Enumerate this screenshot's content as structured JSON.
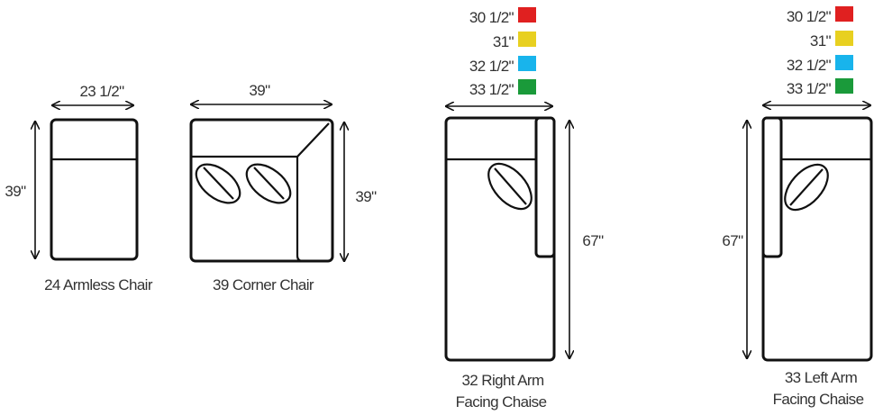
{
  "armless_chair": {
    "width": "23 1/2\"",
    "depth": "39\"",
    "label": "24  Armless Chair"
  },
  "corner_chair": {
    "width": "39\"",
    "depth": "39\"",
    "label": "39 Corner Chair"
  },
  "right_chaise": {
    "depth": "67\"",
    "label_line1": "32 Right  Arm",
    "label_line2": "Facing Chaise",
    "widths": [
      {
        "text": "30 1/2\"",
        "color": "#e02020"
      },
      {
        "text": "31\"",
        "color": "#e8d020"
      },
      {
        "text": "32 1/2\"",
        "color": "#18b4ec"
      },
      {
        "text": "33 1/2\"",
        "color": "#1a9a3a"
      }
    ]
  },
  "left_chaise": {
    "depth": "67\"",
    "label_line1": "33 Left  Arm",
    "label_line2": "Facing Chaise",
    "widths": [
      {
        "text": "30 1/2\"",
        "color": "#e02020"
      },
      {
        "text": "31\"",
        "color": "#e8d020"
      },
      {
        "text": "32 1/2\"",
        "color": "#18b4ec"
      },
      {
        "text": "33 1/2\"",
        "color": "#1a9a3a"
      }
    ]
  }
}
